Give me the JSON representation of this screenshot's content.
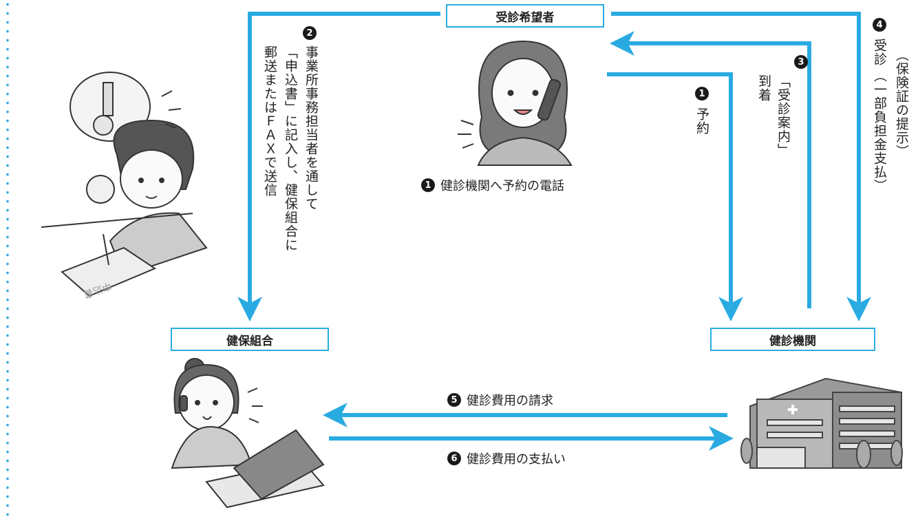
{
  "nodes": {
    "applicant": "受診希望者",
    "kenpo": "健保組合",
    "clinic": "健診機関"
  },
  "steps": {
    "s1_num": "1",
    "s1_label": "健診機関へ予約の電話",
    "s1_arrow_label": "予約",
    "s2_num": "2",
    "s2_line1": "事業所事務担当者を通して",
    "s2_line2": "「申込書」に記入し、健保組合に",
    "s2_line3": "郵送またはＦＡＸで送信",
    "s3_num": "3",
    "s3_line1": "「受診案内」",
    "s3_line2": "到着",
    "s4_num": "4",
    "s4_line1": "受診",
    "s4_line2": "（一部負担金支払）",
    "s4_line3": "（保険証の提示）",
    "s5_num": "5",
    "s5_label": "健診費用の請求",
    "s6_num": "6",
    "s6_label": "健診費用の支払い"
  },
  "illustration_text": {
    "form_title": "申込書"
  },
  "colors": {
    "arrow": "#29abe2",
    "border": "#29abe2",
    "badge": "#1a1a1a"
  },
  "icons": [
    "person-writing-form-icon",
    "person-phone-call-icon",
    "operator-laptop-icon",
    "hospital-building-icon"
  ]
}
